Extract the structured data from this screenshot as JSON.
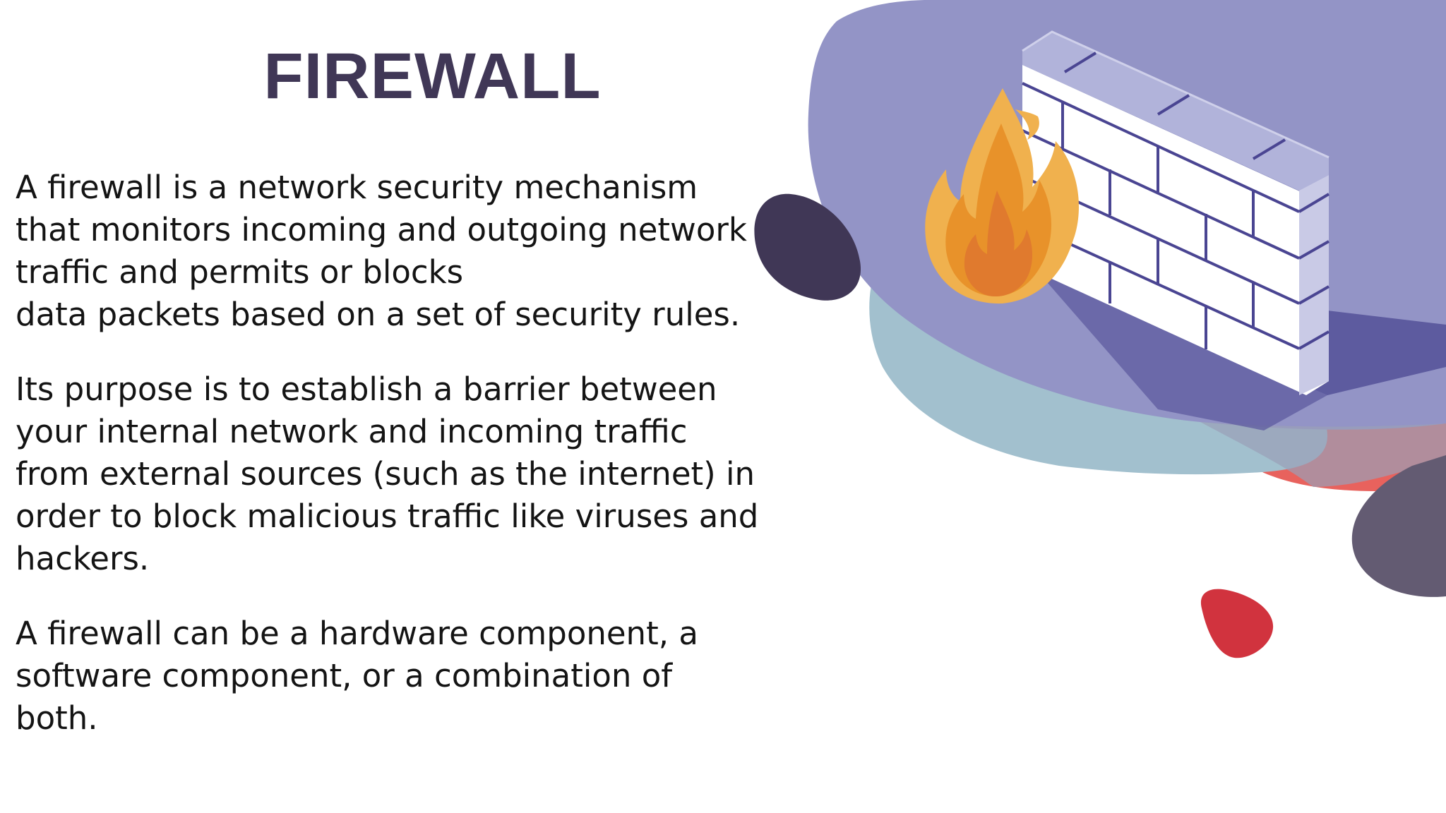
{
  "slide": {
    "title": "FIREWALL",
    "paragraphs": [
      "A firewall is a network security mechanism\nthat monitors incoming and outgoing network\ntraffic and permits or blocks\ndata packets based on a set of security rules.",
      "Its purpose is to establish a barrier between\nyour internal network and incoming traffic\nfrom external sources (such as the internet) in\norder to block malicious traffic like viruses and\nhackers.",
      "A firewall can be a hardware component, a\nsoftware component, or a combination of\nboth."
    ]
  },
  "illustration": {
    "icons": [
      "brick-wall-icon",
      "flame-icon"
    ],
    "colors": {
      "title": "#403756",
      "blob_lavender": "#9394c6",
      "blob_teal": "#a2c0ce",
      "blob_dark": "#403756",
      "blob_red": "#d1333e",
      "blob_coral": "#e8625d",
      "wall_front": "#ffffff",
      "wall_top": "#b1b3da",
      "wall_lines": "#4a4592",
      "shadow": "#5d5b9f",
      "flame_outer": "#f0b14e",
      "flame_mid": "#e8922a",
      "flame_inner": "#e07a2e"
    }
  }
}
